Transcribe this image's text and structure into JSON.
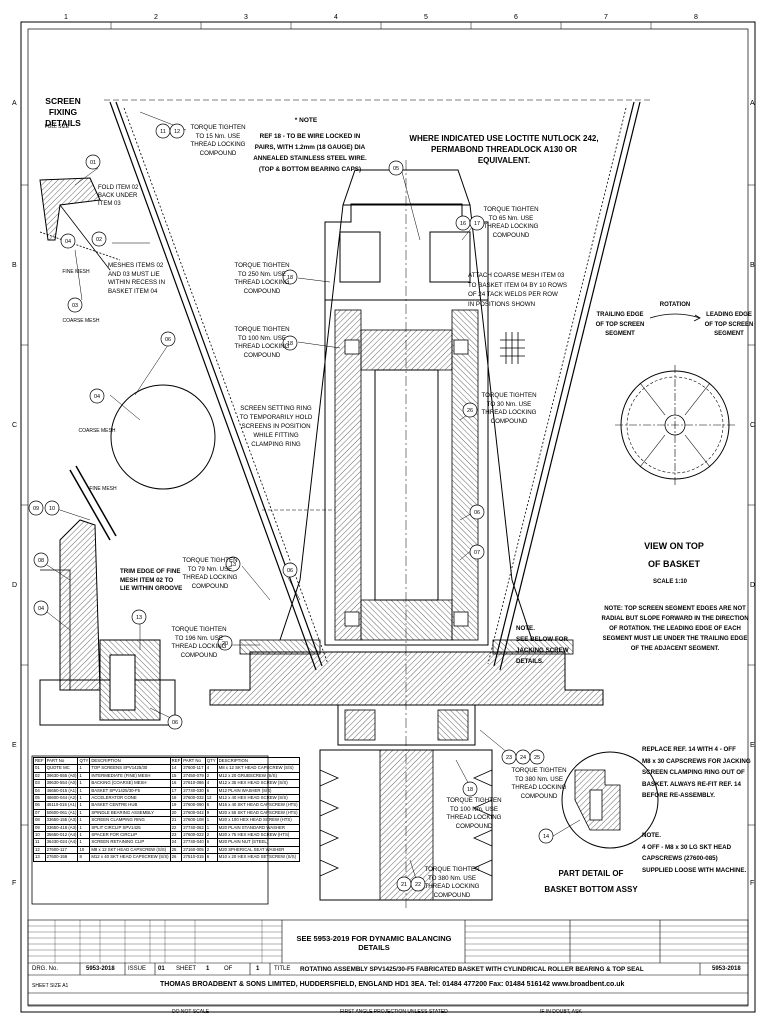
{
  "sheet": {
    "zones_cols": [
      "1",
      "2",
      "3",
      "4",
      "5",
      "6",
      "7",
      "8"
    ],
    "zones_rows": [
      "A",
      "B",
      "C",
      "D",
      "E",
      "F"
    ]
  },
  "notes": {
    "screen_fixing_title": "SCREEN FIXING\nDETAILS",
    "full_size": "FULL SIZE",
    "fold_item": "FOLD ITEM 02\nBACK UNDER\nITEM 03",
    "fine_mesh_1": "FINE MESH",
    "coarse_mesh_1": "COARSE MESH",
    "meshes_note": "MESHES ITEMS 02\nAND 03 MUST LIE\nWITHIN RECESS IN\nBASKET ITEM 04",
    "coarse_mesh_2": "COARSE MESH",
    "fine_mesh_2": "FINE MESH",
    "trim_edge": "TRIM EDGE OF FINE\nMESH ITEM 02 TO\nLIE WITHIN GROOVE",
    "torque_15": "TORQUE TIGHTEN\nTO 15 Nm. USE\nTHREAD LOCKING\nCOMPOUND",
    "wire_note_title": "* NOTE",
    "wire_note": "REF 18 - TO BE WIRE LOCKED IN\nPAIRS, WITH 1.2mm (18 GAUGE) DIA\nANNEALED STAINLESS STEEL WIRE.\n(TOP & BOTTOM BEARING CAPS)",
    "loctite": "WHERE INDICATED USE LOCTITE NUTLOCK 242,\nPERMABOND THREADLOCK A130 OR EQUIVALENT.",
    "torque_65": "TORQUE TIGHTEN\nTO 65 Nm. USE\nTHREAD LOCKING\nCOMPOUND",
    "torque_250": "TORQUE TIGHTEN\nTO 250 Nm. USE\nTHREAD LOCKING\nCOMPOUND",
    "attach_coarse": "ATTACH COARSE MESH ITEM 03\nTO BASKET ITEM 04 BY 10 ROWS\nOF 24 TACK WELDS PER ROW\nIN POSITIONS SHOWN",
    "torque_100a": "TORQUE TIGHTEN\nTO 100 Nm. USE\nTHREAD LOCKING\nCOMPOUND",
    "screen_setting": "SCREEN SETTING RING\nTO TEMPORARILY HOLD\nSCREENS IN POSITION\nWHILE FITTING\nCLAMPING RING",
    "torque_30": "TORQUE TIGHTEN\nTO 30 Nm. USE\nTHREAD LOCKING\nCOMPOUND",
    "rotation": "ROTATION",
    "trailing_edge": "TRAILING EDGE\nOF TOP SCREEN\nSEGMENT",
    "leading_edge": "LEADING EDGE\nOF TOP SCREEN\nSEGMENT",
    "view_on_top": "VIEW ON TOP\nOF BASKET",
    "scale_110": "SCALE 1:10",
    "top_screen_note": "NOTE: TOP SCREEN SEGMENT EDGES ARE NOT\nRADIAL BUT SLOPE FORWARD IN THE DIRECTION\nOF ROTATION. THE LEADING EDGE OF EACH\nSEGMENT MUST LIE UNDER THE TRAILING EDGE\nOF THE ADJACENT SEGMENT.",
    "torque_79": "TORQUE TIGHTEN\nTO 79 Nm. USE\nTHREAD LOCKING\nCOMPOUND",
    "torque_196": "TORQUE TIGHTEN\nTO 196 Nm. USE\nTHREAD LOCKING\nCOMPOUND",
    "jacking_note": "NOTE.\nSEE BELOW FOR\nJACKING SCREW\nDETAILS.",
    "replace_note": "REPLACE REF. 14 WITH 4 - OFF\nM8 x 30 CAPSCREWS FOR JACKING\nSCREEN CLAMPING RING OUT OF\nBASKET. ALWAYS RE-FIT REF. 14\nBEFORE RE-ASSEMBLY.",
    "four_off_note": "NOTE.\n4 OFF - M8 x 30 LG SKT HEAD\nCAPSCREWS (27600-085)\nSUPPLIED LOOSE WITH MACHINE.",
    "torque_380a": "TORQUE TIGHTEN\nTO 380 Nm. USE\nTHREAD LOCKING\nCOMPOUND",
    "torque_100b": "TORQUE TIGHTEN\nTO 100 Nm. USE\nTHREAD LOCKING\nCOMPOUND",
    "torque_380b": "TORQUE TIGHTEN\nTO 380 Nm. USE\nTHREAD LOCKING\nCOMPOUND",
    "part_detail": "PART DETAIL OF\nBASKET BOTTOM ASSY"
  },
  "balloons": [
    "01",
    "02",
    "03",
    "04",
    "05",
    "06",
    "07",
    "08",
    "09",
    "10",
    "11",
    "12",
    "13",
    "14",
    "16",
    "17",
    "18",
    "20",
    "21",
    "22",
    "23",
    "24",
    "25",
    "26"
  ],
  "parts_header": [
    "REF",
    "PART No",
    "QTY",
    "DESCRIPTION",
    "REF",
    "PART No",
    "QTY",
    "DESCRIPTION"
  ],
  "parts_rows": [
    [
      "01",
      "QUOTE MC",
      "1",
      "TOP SCREENS SPV1425/30",
      "14",
      "27600-117",
      "4",
      "M8 x 12 SKT HEAD CAPSCREW (S/S)"
    ],
    [
      "02",
      "39630-555 (A0)",
      "1",
      "INTERMEDIATE (FINE) MESH",
      "15",
      "27450-079",
      "2",
      "M12 x 20 GRUBSCREW (S/S)"
    ],
    [
      "03",
      "39630-554 (A0)",
      "1",
      "BACKING (COARSE) MESH",
      "16",
      "27610-086",
      "4",
      "M12 x 35 HEX HEAD SCREW (S/S)"
    ],
    [
      "04",
      "46650-015 (A1)",
      "1",
      "BASKET SPV1425/30-F5",
      "17",
      "27740-030",
      "6",
      "M12 PLAIN WASHER (S/S)"
    ],
    [
      "05",
      "46600-044 (A2)",
      "1",
      "ACCELERATOR CONE",
      "18",
      "27600-032",
      "12",
      "M12 x 40 HEX HEAD SCREW (S/S)"
    ],
    [
      "06",
      "46110-015 (A1)",
      "1",
      "BASKET CENTRE HUB",
      "19",
      "27600-090",
      "6",
      "M16 x 40 SKT HEAD CAPSCREW (HTS)"
    ],
    [
      "07",
      "50600-061 (A1)",
      "1",
      "SPINDLE BEARING ASSEMBLY",
      "20",
      "27600-042",
      "9",
      "M20 x 55 SKT HEAD CAPSCREW (HTS)"
    ],
    [
      "08",
      "33650-155 (A3)",
      "1",
      "SCREEN CLAMPING RING",
      "21",
      "27600-108",
      "1",
      "M20 x 100 HEX HEAD SCREW (HTS)"
    ],
    [
      "09",
      "33650-418 (A3)",
      "1",
      "SPLIT CIRCLIP SPV1425",
      "22",
      "27740-062",
      "1",
      "M20 PLAIN STANDARD WASHER"
    ],
    [
      "10",
      "35650-012 (A4)",
      "1",
      "SPACER FOR CIRCLIP",
      "23",
      "27600-022",
      "2",
      "M20 x 75 HEX HEAD SCREW (HTS)"
    ],
    [
      "11",
      "36430-024 (A4)",
      "1",
      "SCREEN RETAINING CLIP",
      "24",
      "27740-040",
      "6",
      "M20 PLAIN NUT (STEEL)"
    ],
    [
      "12",
      "27600-117",
      "10",
      "M8 x 12 SKT HEAD CAPSCREW (S/S)",
      "25",
      "27160-005",
      "2",
      "M20 SPHERICAL SEAT WASHER"
    ],
    [
      "13",
      "27600-159",
      "8",
      "M12 x 40 SKT HEAD CAPSCREW (S/S)",
      "26",
      "27510-015",
      "6",
      "M10 x 20 HEX HEAD SETSCREW (S/S)"
    ]
  ],
  "title_block": {
    "see_balancing": "SEE 5953-2019 FOR DYNAMIC BALANCING DETAILS",
    "drg_no_label": "DRG. No.",
    "drg_no": "5953-2018",
    "issue_label": "ISSUE",
    "issue": "01",
    "sheet_label": "SHEET",
    "sheet": "1",
    "of_label": "OF",
    "sheets": "1",
    "title_label": "TITLE",
    "title": "ROTATING ASSEMBLY SPV1425/30-F5 FABRICATED BASKET WITH CYLINDRICAL ROLLER BEARING & TOP SEAL",
    "drg_right": "5953-2018",
    "company": "THOMAS BROADBENT & SONS LIMITED, HUDDERSFIELD, ENGLAND HD1 3EA.  Tel: 01484 477200   Fax: 01484 516142   www.broadbent.co.uk",
    "sheet_size": "SHEET SIZE A1",
    "do_not_scale": "DO NOT SCALE",
    "first_angle": "FIRST ANGLE PROJECTION UNLESS STATED",
    "if_in_doubt": "IF IN DOUBT, ASK"
  }
}
